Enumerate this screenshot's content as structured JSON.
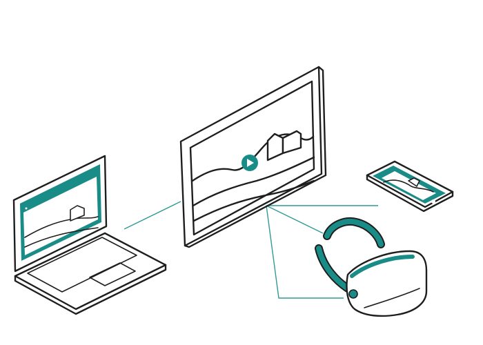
{
  "colors": {
    "accent": "#1a8c88",
    "outline": "#1e1e1e",
    "connector": "#2f9a96",
    "background": "#ffffff"
  },
  "devices": [
    {
      "id": "laptop",
      "icon": "laptop-icon"
    },
    {
      "id": "tablet",
      "icon": "tablet-icon"
    },
    {
      "id": "smartphone",
      "icon": "smartphone-icon"
    },
    {
      "id": "vr-headset",
      "icon": "vr-headset-icon"
    }
  ],
  "media": {
    "play_icon": "play-icon",
    "scene": "landscape-with-house"
  }
}
